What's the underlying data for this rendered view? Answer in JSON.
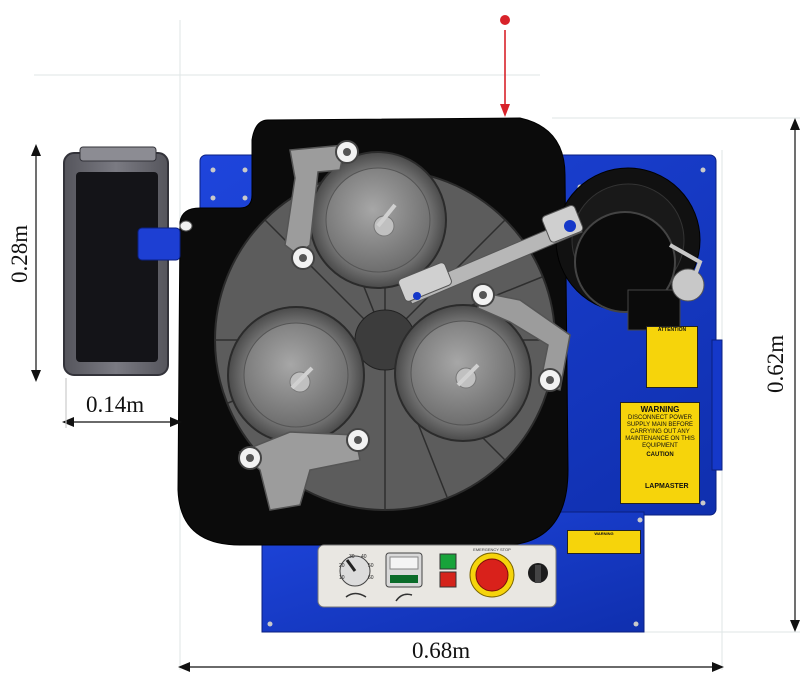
{
  "dimensions": {
    "height_left": "0.28m",
    "width_left": "0.14m",
    "height_right": "0.62m",
    "width_bottom": "0.68m"
  },
  "labels": {
    "attention_title": "ATTENTION",
    "warning_title": "WARNING",
    "warning_body": "DISCONNECT POWER SUPPLY MAIN BEFORE CARRYING OUT ANY MAINTENANCE ON THIS EQUIPMENT",
    "caution_title": "CAUTION",
    "control_warning_title": "WARNING",
    "brand": "LAPMASTER",
    "emergency": "EMERGENCY STOP"
  },
  "dial_scale": [
    "10",
    "20",
    "30",
    "40",
    "50",
    "60"
  ],
  "colors": {
    "machine_blue": "#1538c9",
    "table_black": "#0b0b0b",
    "plate_gray": "#5a5a5a",
    "ring_gray": "#8a8a8a",
    "tray_gray": "#6c6c73",
    "indicator_red": "#d8232a",
    "warning_yellow": "#f6d40b",
    "start_green": "#18a33a",
    "stop_red": "#d4231b"
  }
}
